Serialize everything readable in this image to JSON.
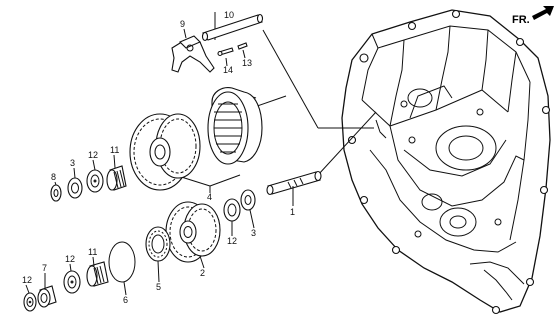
{
  "direction_marker": {
    "label": "FR.",
    "icon": "arrow-icon"
  },
  "part_labels": {
    "p1": "1",
    "p2": "2",
    "p3a": "3",
    "p3b": "3",
    "p4": "4",
    "p5": "5",
    "p6": "6",
    "p7": "7",
    "p8": "8",
    "p9": "9",
    "p10": "10",
    "p11a": "11",
    "p11b": "11",
    "p12a": "12",
    "p12b": "12",
    "p12c": "12",
    "p12d": "12",
    "p13": "13",
    "p14": "14"
  }
}
